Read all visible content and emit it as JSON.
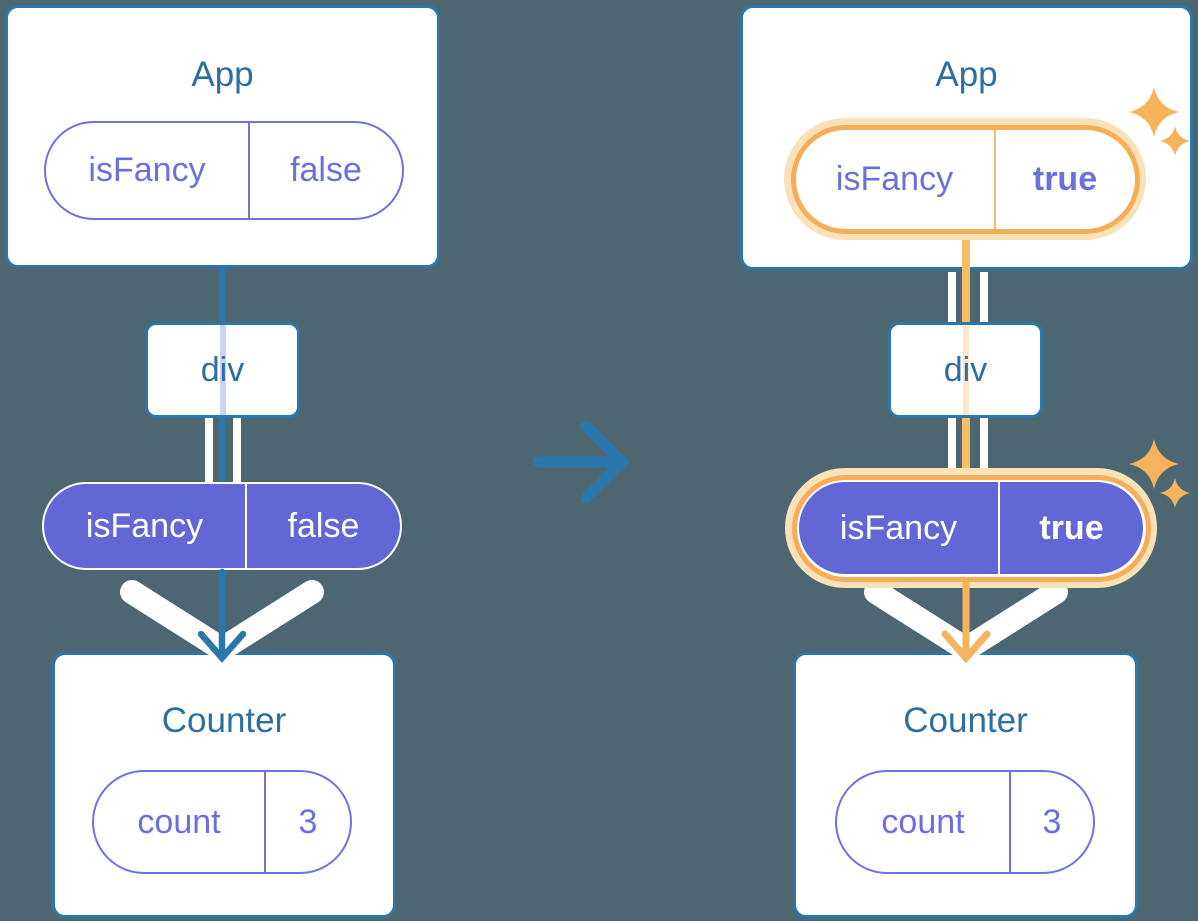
{
  "diagram": {
    "description": "React state preservation tree diagram, before and after isFancy toggles",
    "before": {
      "app_card": {
        "title": "App",
        "prop_pill": {
          "key": "isFancy",
          "value": "false"
        }
      },
      "div_node": {
        "label": "div"
      },
      "passed_pill": {
        "key": "isFancy",
        "value": "false"
      },
      "counter_card": {
        "title": "Counter",
        "state_pill": {
          "key": "count",
          "value": "3"
        }
      }
    },
    "after": {
      "app_card": {
        "title": "App",
        "prop_pill": {
          "key": "isFancy",
          "value": "true"
        }
      },
      "div_node": {
        "label": "div"
      },
      "passed_pill": {
        "key": "isFancy",
        "value": "true"
      },
      "counter_card": {
        "title": "Counter",
        "state_pill": {
          "key": "count",
          "value": "3"
        }
      }
    },
    "icons": {
      "transition": "arrow-right-icon",
      "flow": "down-arrow-icon",
      "funnel": "white-chevron-icon",
      "highlight": "sparkles-icon"
    },
    "colors": {
      "background": "#4C6771",
      "card_border_blue": "#2B77AC",
      "node_text_blue": "#2D6F9E",
      "pill_purple_fill": "#6168D6",
      "pill_purple_text": "#6B71DC",
      "pill_purple_border": "#6E73DD",
      "value_bold_purple": "#5A5FD6",
      "highlight_orange": "#F5AE57",
      "highlight_orange_line": "#F8BD67",
      "highlight_orange_glow": "#FAE2B8",
      "white": "#FFFFFF"
    }
  }
}
